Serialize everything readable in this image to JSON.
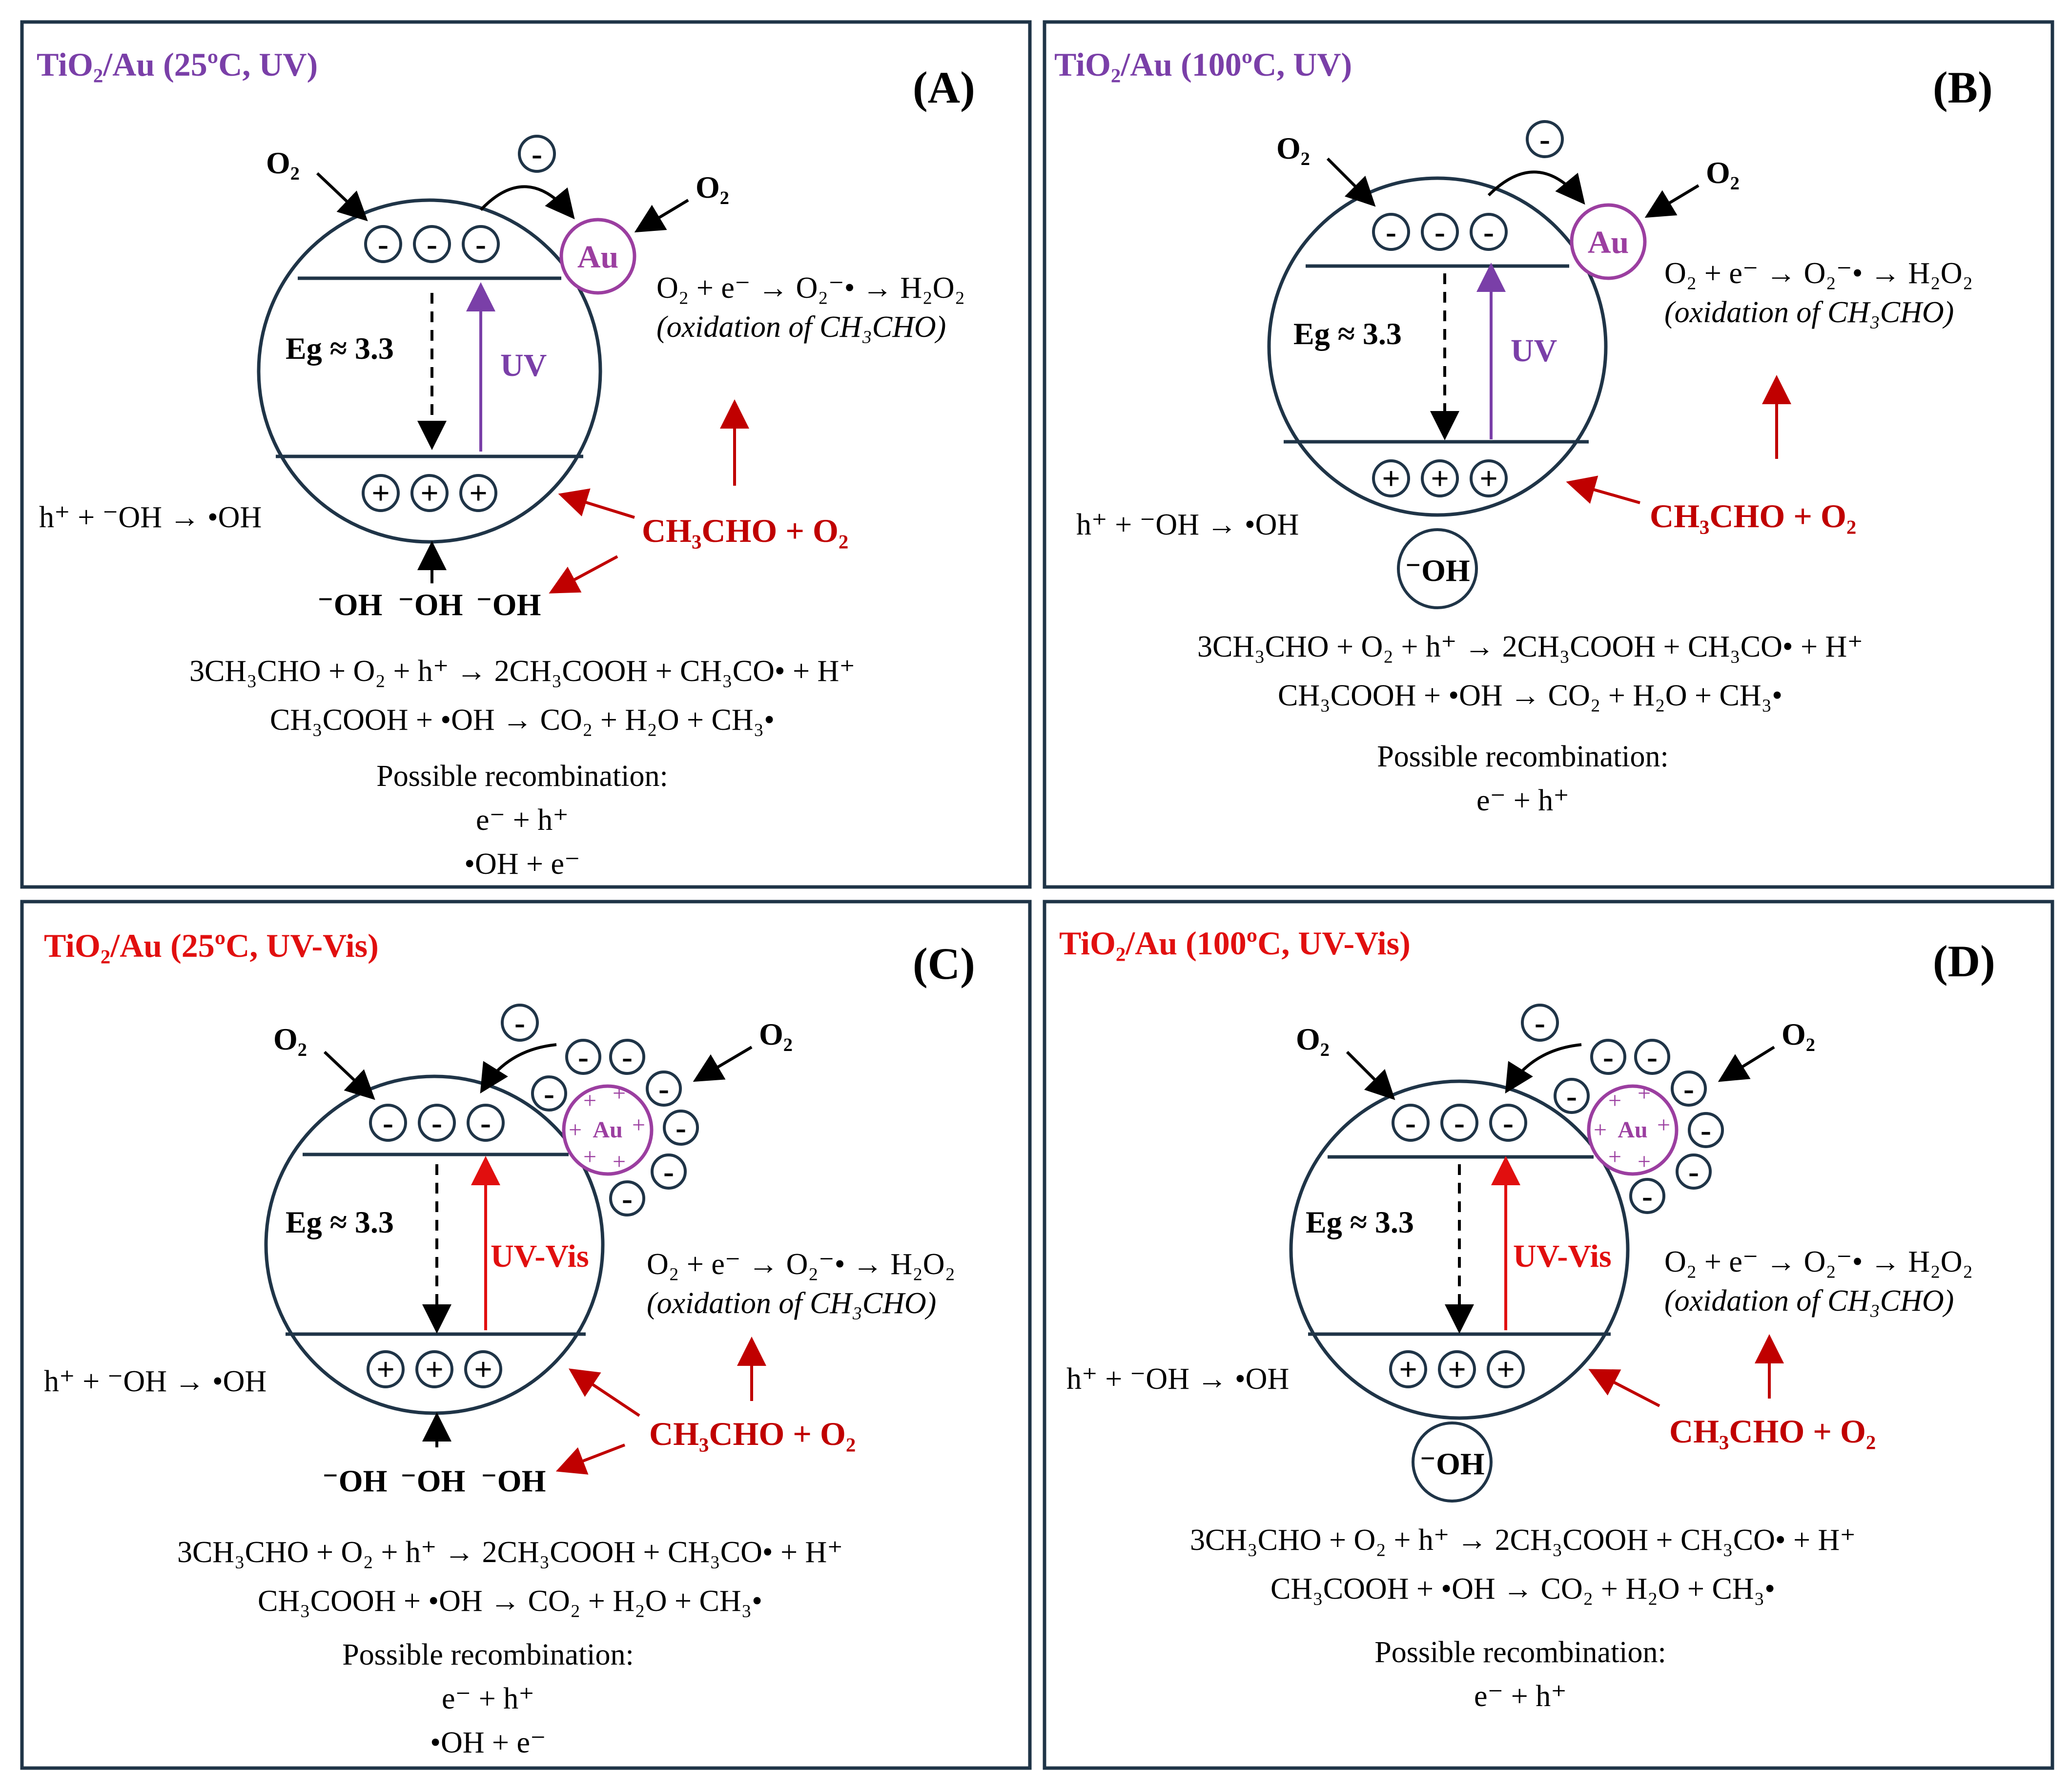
{
  "panels": [
    {
      "title": "TiO₂/Au (25ºC, UV)",
      "label": "(A)",
      "excitation": "UV",
      "eg": "Eg ≈ 3.3",
      "recombination": [
        "e⁻ + h⁺",
        "•OH + e⁻"
      ]
    },
    {
      "title": "TiO₂/Au (100ºC, UV)",
      "label": "(B)",
      "excitation": "UV",
      "eg": "Eg ≈ 3.3",
      "recombination": [
        "e⁻ + h⁺"
      ]
    },
    {
      "title": "TiO₂/Au (25ºC, UV-Vis)",
      "label": "(C)",
      "excitation": "UV-Vis",
      "eg": "Eg ≈ 3.3",
      "recombination": [
        "e⁻ + h⁺",
        "•OH + e⁻"
      ]
    },
    {
      "title": "TiO₂/Au (100ºC, UV-Vis)",
      "label": "(D)",
      "excitation": "UV-Vis",
      "eg": "Eg ≈ 3.3",
      "recombination": [
        "e⁻ + h⁺"
      ]
    }
  ],
  "common": {
    "au": "Au",
    "o2": "O₂",
    "reactants": "CH₃CHO + O₂",
    "hole_reaction": "h⁺ + ⁻OH → •OH",
    "superoxide_reaction": "O₂ + e⁻ → O₂⁻• → H₂O₂",
    "oxidation_note": "(oxidation of CH₃CHO)",
    "eq1": "3CH₃CHO + O₂ + h⁺ → 2CH₃COOH + CH₃CO• + H⁺",
    "eq2": "CH₃COOH + •OH → CO₂ + H₂O + CH₃•",
    "recombination_heading": "Possible recombination:",
    "hydroxyl": "⁻OH",
    "minus": "-",
    "plus": "+"
  },
  "colors": {
    "frame": "#1f3447",
    "uv": "#7a3fa8",
    "uvvis": "#e10f0f",
    "reactant_red": "#c00000",
    "au_ring": "#9b3ea0"
  }
}
